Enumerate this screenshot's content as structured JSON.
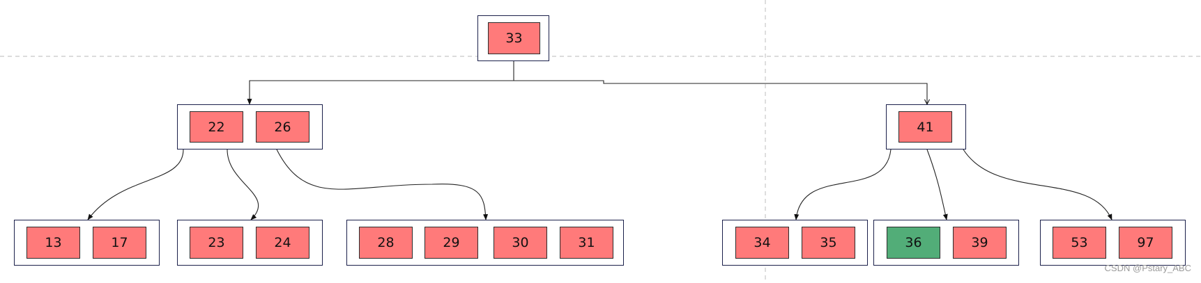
{
  "colors": {
    "key_fill": "#ff7a7a",
    "highlight_fill": "#52ad78",
    "node_border": "#1a1f4a",
    "edge": "#222222",
    "guide": "#c8c8c8"
  },
  "tree": {
    "root": {
      "keys": [
        "33"
      ]
    },
    "level1": [
      {
        "id": "n-22-26",
        "keys": [
          "22",
          "26"
        ]
      },
      {
        "id": "n-41",
        "keys": [
          "41"
        ]
      }
    ],
    "leaves": [
      {
        "id": "n-13-17",
        "keys": [
          "13",
          "17"
        ]
      },
      {
        "id": "n-23-24",
        "keys": [
          "23",
          "24"
        ]
      },
      {
        "id": "n-28-31",
        "keys": [
          "28",
          "29",
          "30",
          "31"
        ]
      },
      {
        "id": "n-34-35",
        "keys": [
          "34",
          "35"
        ]
      },
      {
        "id": "n-36-39",
        "keys": [
          "36",
          "39"
        ],
        "highlighted_key": "36"
      },
      {
        "id": "n-53-97",
        "keys": [
          "53",
          "97"
        ]
      }
    ]
  },
  "watermark": "CSDN @Pstary_ABC"
}
